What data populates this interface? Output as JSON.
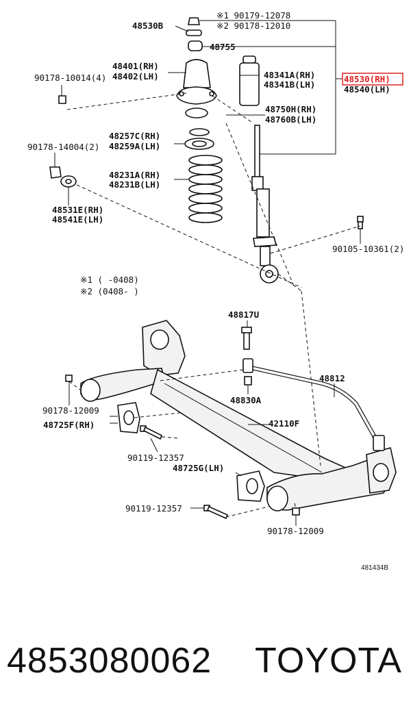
{
  "labels": {
    "l48530b": "48530B",
    "l90179": "※1 90179-12078",
    "l90178a": "※2 90178-12010",
    "l48755": "48755",
    "l48401": "48401(RH)",
    "l48402": "48402(LH)",
    "l90178b": "90178-10014(4)",
    "l48341a": "48341A(RH)",
    "l48341b": "48341B(LH)",
    "l48530rh": "48530(RH)",
    "l48540": "48540(LH)",
    "l48750": "48750H(RH)",
    "l48760": "48760B(LH)",
    "l48257": "48257C(RH)",
    "l48259": "48259A(LH)",
    "l90178c": "90178-14004(2)",
    "l48231a": "48231A(RH)",
    "l48231b": "48231B(LH)",
    "l48531": "48531E(RH)",
    "l48541": "48541E(LH)",
    "l90105": "90105-10361(2)",
    "n1": "※1 (     -0408)",
    "n2": "※2 (0408-     )",
    "l48817": "48817U",
    "l48812": "48812",
    "l48830": "48830A",
    "l42110": "42110F",
    "l90178d": "90178-12009",
    "l48725f": "48725F(RH)",
    "l90119a": "90119-12357",
    "l48725g": "48725G(LH)",
    "l90119b": "90119-12357",
    "l90178e": "90178-12009",
    "ref": "481434B"
  },
  "highlight_color": "#e02020",
  "footer": {
    "part_number": "4853080062",
    "brand": "TOYOTA"
  }
}
